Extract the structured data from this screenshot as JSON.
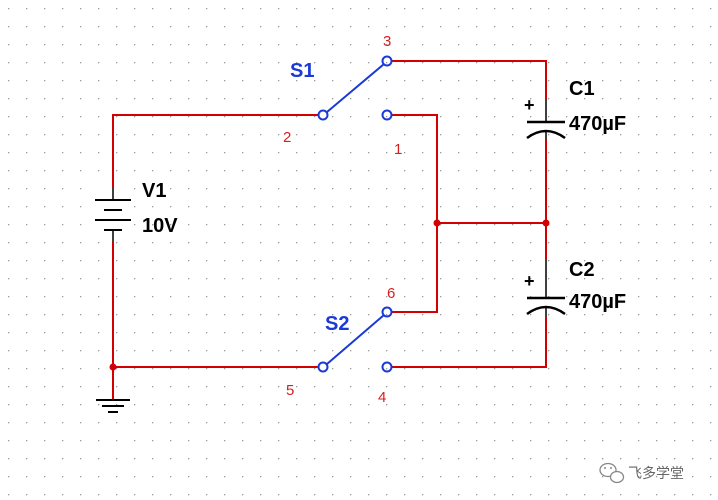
{
  "battery": {
    "name": "V1",
    "value": "10V"
  },
  "switch1": {
    "name": "S1",
    "pins": [
      "2",
      "1",
      "3"
    ]
  },
  "switch2": {
    "name": "S2",
    "pins": [
      "5",
      "4",
      "6"
    ]
  },
  "cap1": {
    "name": "C1",
    "value": "470µF",
    "polarity": "+"
  },
  "cap2": {
    "name": "C2",
    "value": "470µF",
    "polarity": "+"
  },
  "watermark": {
    "text": "飞多学堂",
    "icon": "wechat-icon"
  },
  "colors": {
    "wire": "#d40000",
    "switch": "#1a3ad6",
    "pin_label": "#d62020",
    "grid_dot": "#9a9a9a"
  }
}
